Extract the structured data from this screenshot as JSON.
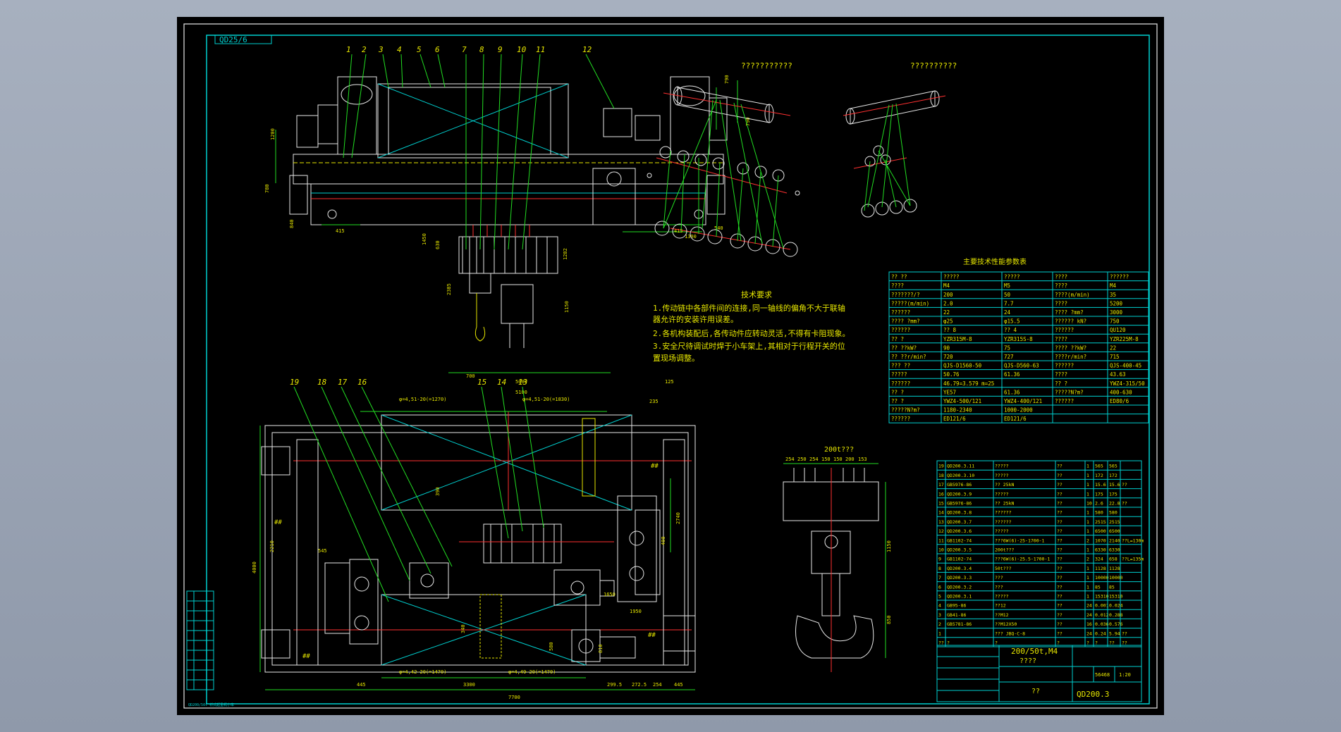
{
  "drawing": {
    "corner_code": "QD25/6",
    "part_numbers_top": [
      "1",
      "2",
      "3",
      "4",
      "5",
      "6",
      "7",
      "8",
      "9",
      "10",
      "11",
      "12"
    ],
    "part_numbers_bottom": [
      "19",
      "18",
      "17",
      "16",
      "15",
      "14",
      "13"
    ],
    "diagram_label_left": "???????????",
    "diagram_label_right": "??????????",
    "hook_label": "200t???",
    "tech_title": "技术要求",
    "tech_lines": [
      "1.传动链中各部件间的连接,同一轴线的偏角不大于联轴",
      "器允许的安装许用误差。",
      "2.各机构装配后,各传动件应转动灵活,不得有卡阻现象。",
      "3.安全尺待调试时焊于小车架上,其相对于行程开关的位",
      "置现场调整。"
    ],
    "dims_top": [
      "790",
      "790",
      "1200",
      "780",
      "840",
      "415",
      "415",
      "1300",
      "540",
      "1450",
      "1282",
      "630",
      "2385",
      "1150",
      "700",
      "5000",
      "5100",
      "235",
      "125"
    ],
    "dims_bottom": [
      "4000",
      "2210",
      "2740",
      "545",
      "1650",
      "390",
      "400",
      "580",
      "3300",
      "445",
      "7700",
      "299.5",
      "272.5",
      "254",
      "445",
      "1950",
      "340",
      "810"
    ],
    "dims_hook": [
      "254",
      "250",
      "254",
      "150",
      "150",
      "200",
      "153",
      "1150",
      "850"
    ],
    "rope_labels": [
      "φ=4,51-20(=1270)",
      "φ=4,51-20(=1830)",
      "φ=4,42-20(=1470)",
      "φ=4,49-20(=1470)"
    ],
    "bottom_left_strip": "QD200/50t 桥式起重机小车"
  },
  "param_table": {
    "title": "主要技术性能参数表",
    "head": [
      "??  ??",
      "?????",
      "?????",
      "????",
      "??????"
    ],
    "rows": [
      [
        "????",
        "M4",
        "M5",
        "????",
        "M4"
      ],
      [
        "???????/?",
        "200",
        "50",
        "????(m/min)",
        "35"
      ],
      [
        "?????(m/min)",
        "2.0",
        "7.7",
        "????",
        "5200"
      ],
      [
        "??????",
        "22",
        "24",
        "???? ?mm?",
        "3000"
      ],
      [
        "???? ?mm?",
        "φ25",
        "φ15.5",
        "?????? kN?",
        "750"
      ],
      [
        "??????",
        "?? 8",
        "?? 4",
        "??????",
        "QU120"
      ],
      [
        "?? ?",
        "YZR315M-8",
        "YZR315S-8",
        "????",
        "YZR225M-8"
      ],
      [
        "?? ??kW?",
        "90",
        "75",
        "???? ??kW?",
        "22"
      ],
      [
        "?? ??r/min?",
        "720",
        "727",
        "????r/min?",
        "715"
      ],
      [
        "??? ??",
        "QJS-D1560-50",
        "QJS-D560-63",
        "??????",
        "QJS-400-45"
      ],
      [
        "?????",
        "50.76",
        "61.36",
        "????",
        "43.63"
      ],
      [
        "??????",
        "46.79=3.579 m=25",
        "",
        "?? ?",
        "YWZ4-315/50"
      ],
      [
        "?? ?",
        "YE57",
        "61.36",
        "?????N?m?",
        "400-630"
      ],
      [
        "?? ?",
        "YWZ4-500/121",
        "YWZ4-400/121",
        "??????",
        "ED80/6"
      ],
      [
        "?????N?m?",
        "1180-2340",
        "1000-2000",
        "",
        ""
      ],
      [
        "??????",
        "ED121/6",
        "ED121/6",
        "",
        ""
      ]
    ]
  },
  "bom": {
    "rows": [
      [
        "19",
        "QD200.3.11",
        "?????",
        "??",
        "1",
        "565",
        "565",
        ""
      ],
      [
        "18",
        "QD200.3.10",
        "?????",
        "??",
        "1",
        "172",
        "172",
        ""
      ],
      [
        "17",
        "GB5976-86",
        "?? 25kN",
        "??",
        "1",
        "15.6",
        "15.6",
        "??"
      ],
      [
        "16",
        "QD200.3.9",
        "?????",
        "??",
        "1",
        "175",
        "175",
        ""
      ],
      [
        "15",
        "GB5976-86",
        "?? 25kN",
        "??",
        "10",
        "2.6",
        "22.8",
        "??"
      ],
      [
        "14",
        "QD200.3.8",
        "??????",
        "??",
        "1",
        "580",
        "580",
        ""
      ],
      [
        "13",
        "QD200.3.7",
        "??????",
        "??",
        "1",
        "2515",
        "2515",
        ""
      ],
      [
        "12",
        "QD200.3.6",
        "?????",
        "??",
        "1",
        "6500",
        "6500",
        ""
      ],
      [
        "11",
        "GB1102-74",
        "???6W(6)-25-1700-1",
        "??",
        "2",
        "1070",
        "2140",
        "??L=130m"
      ],
      [
        "10",
        "QD200.3.5",
        "200t???",
        "??",
        "1",
        "6330",
        "6330",
        ""
      ],
      [
        "9",
        "GB1102-74",
        "???6W(6)-25.5-1700-1",
        "??",
        "2",
        "324",
        "658",
        "??L=135m"
      ],
      [
        "8",
        "QD200.3.4",
        "50t???",
        "??",
        "1",
        "1128",
        "1128",
        ""
      ],
      [
        "7",
        "QD200.3.3",
        "???",
        "??",
        "1",
        "10000",
        "10000",
        ""
      ],
      [
        "6",
        "QD200.3.2",
        "???",
        "??",
        "1",
        "85",
        "85",
        ""
      ],
      [
        "5",
        "QD200.3.1",
        "?????",
        "??",
        "1",
        "15310",
        "15310",
        ""
      ],
      [
        "4",
        "GB95-86",
        "??12",
        "??",
        "24",
        "0.001",
        "0.024",
        ""
      ],
      [
        "3",
        "GB41-86",
        "??M12",
        "??",
        "24",
        "0.012",
        "0.288",
        ""
      ],
      [
        "2",
        "GB5781-86",
        "??M12X50",
        "??",
        "16",
        "0.036",
        "0.576",
        ""
      ],
      [
        "1",
        "",
        "??? JBQ-C-8",
        "??",
        "24",
        "0.24",
        "5.94",
        "??"
      ]
    ],
    "head": [
      "??",
      "?",
      "?",
      "?",
      "?",
      "?",
      "??",
      "??"
    ],
    "title_spec": "200/50t,M4",
    "title_name": "????",
    "title_weight": "56468",
    "title_scale": "1:20",
    "title_unit": "??",
    "drawing_no": "QD200.3"
  }
}
